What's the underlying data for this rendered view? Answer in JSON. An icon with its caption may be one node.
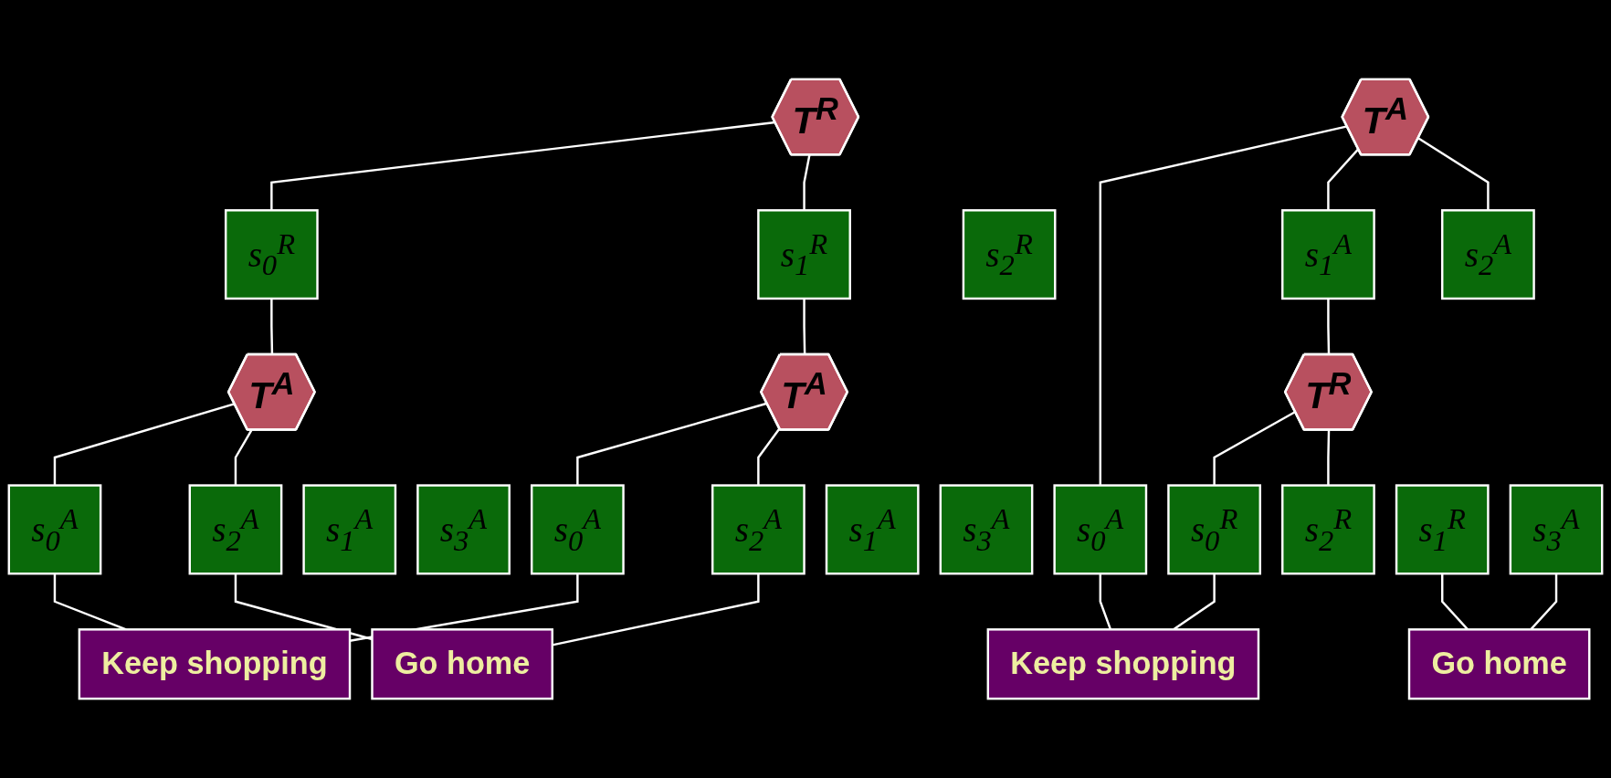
{
  "diagram": {
    "nodes": [
      {
        "text": [
          "T$^{R}$"
        ]
      },
      {
        "text": [
          "s$_{0}$$^{R}$"
        ]
      },
      {
        "text": [
          "s$_{1}$$^{R}$"
        ]
      },
      {
        "text": [
          "s$_{2}$$^{R}$"
        ]
      },
      {
        "text": [
          "T$^{A}$"
        ]
      },
      {
        "text": [
          "T$^{A}$"
        ]
      },
      {
        "text": [
          "s$_{0}$$^{A}$"
        ]
      },
      {
        "text": [
          "s$_{1}$$^{A}$"
        ]
      },
      {
        "text": [
          "s$_{2}$$^{A}$"
        ]
      },
      {
        "text": [
          "s$_{3}$$^{A}$"
        ]
      },
      {
        "text": [
          "s$_{0}$$^{A}$"
        ]
      },
      {
        "text": [
          "s$_{1}$$^{A}$"
        ]
      },
      {
        "text": [
          "s$_{2}$$^{A}$"
        ]
      },
      {
        "text": [
          "s$_{3}$$^{A}$"
        ]
      },
      {
        "text": [
          "Keep shopping"
        ]
      },
      {
        "text": [
          "Go home"
        ]
      },
      {
        "text": [
          "T$^{A}$"
        ]
      },
      {
        "text": [
          "s$_{0}$$^{A}$"
        ]
      },
      {
        "text": [
          "s$_{1}$$^{A}$"
        ]
      },
      {
        "text": [
          "s$_{2}$$^{A}$"
        ]
      },
      {
        "text": [
          "s$_{3}$$^{A}$"
        ]
      },
      {
        "text": [
          "T$^{R}$"
        ]
      },
      {
        "text": [
          "s$_{0}$$^{R}$"
        ]
      },
      {
        "text": [
          "s$_{1}$$^{R}$"
        ]
      },
      {
        "text": [
          "s$_{2}$$^{R}$"
        ]
      },
      {
        "text": [
          "Keep shopping"
        ]
      },
      {
        "text": [
          "Go home"
        ]
      }
    ],
    "edges": [
      {
        "from": 0,
        "to": 1,
        "arrow": "none"
      },
      {
        "from": 0,
        "to": 2,
        "arrow": "none"
      },
      {
        "from": 1,
        "to": 4,
        "arrow": "none"
      },
      {
        "from": 2,
        "to": 5,
        "arrow": "none"
      },
      {
        "from": 4,
        "to": 6,
        "arrow": "none"
      },
      {
        "from": 4,
        "to": 8,
        "arrow": "none"
      },
      {
        "from": 5,
        "to": 10,
        "arrow": "none"
      },
      {
        "from": 5,
        "to": 12,
        "arrow": "none"
      },
      {
        "from": 6,
        "to": 14,
        "arrow": "none"
      },
      {
        "from": 8,
        "to": 15,
        "arrow": "none"
      },
      {
        "from": 10,
        "to": 14,
        "arrow": "none"
      },
      {
        "from": 12,
        "to": 15,
        "arrow": "none"
      },
      {
        "from": 16,
        "to": 17,
        "arrow": "none"
      },
      {
        "from": 16,
        "to": 18,
        "arrow": "none"
      },
      {
        "from": 16,
        "to": 19,
        "arrow": "none"
      },
      {
        "from": 18,
        "to": 21,
        "arrow": "none"
      },
      {
        "from": 21,
        "to": 22,
        "arrow": "none"
      },
      {
        "from": 21,
        "to": 24,
        "arrow": "none"
      },
      {
        "from": 17,
        "to": 25,
        "arrow": "none"
      },
      {
        "from": 22,
        "to": 25,
        "arrow": "none"
      },
      {
        "from": 23,
        "to": 26,
        "arrow": "none"
      },
      {
        "from": 20,
        "to": 26,
        "arrow": "none"
      }
    ]
  }
}
